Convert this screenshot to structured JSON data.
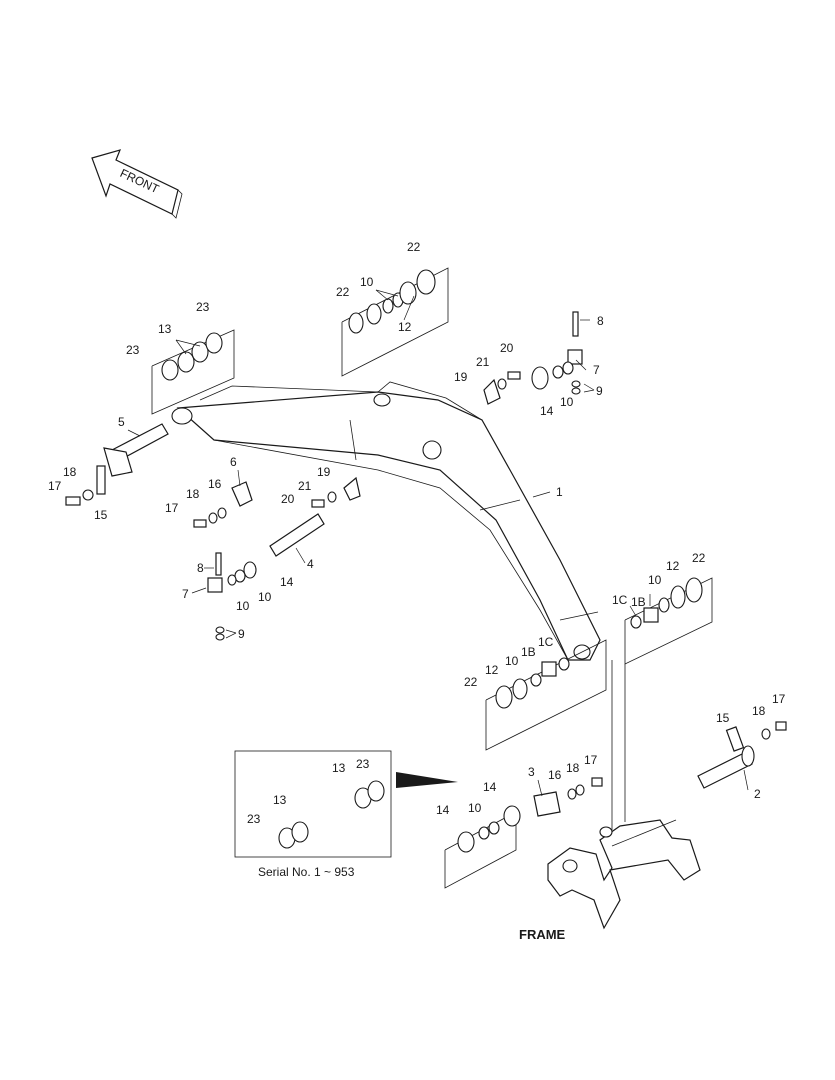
{
  "direction_tag": "FRONT",
  "frame_caption": "FRAME",
  "serial_caption": "Serial No. 1 ~ 953",
  "callouts": [
    "1",
    "1B",
    "1C",
    "2",
    "3",
    "4",
    "5",
    "6",
    "7",
    "8",
    "9",
    "10",
    "12",
    "13",
    "14",
    "15",
    "16",
    "17",
    "18",
    "19",
    "20",
    "21",
    "22",
    "23"
  ]
}
